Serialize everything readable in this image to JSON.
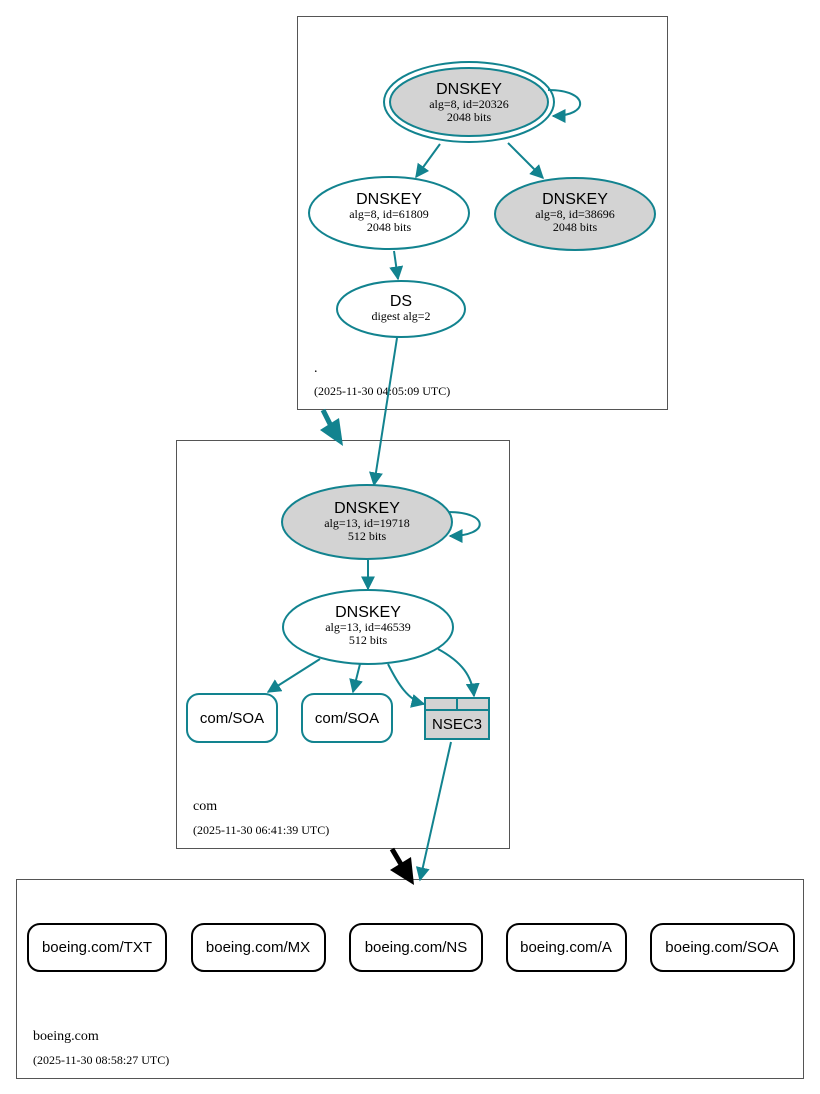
{
  "zones": {
    "root": {
      "name": ".",
      "timestamp": "(2025-11-30 04:05:09 UTC)"
    },
    "com": {
      "name": "com",
      "timestamp": "(2025-11-30 06:41:39 UTC)"
    },
    "boeing": {
      "name": "boeing.com",
      "timestamp": "(2025-11-30 08:58:27 UTC)"
    }
  },
  "nodes": {
    "root_ksk": {
      "title": "DNSKEY",
      "line1": "alg=8, id=20326",
      "line2": "2048 bits"
    },
    "root_zsk": {
      "title": "DNSKEY",
      "line1": "alg=8, id=61809",
      "line2": "2048 bits"
    },
    "root_key3": {
      "title": "DNSKEY",
      "line1": "alg=8, id=38696",
      "line2": "2048 bits"
    },
    "ds": {
      "title": "DS",
      "line1": "digest alg=2"
    },
    "com_ksk": {
      "title": "DNSKEY",
      "line1": "alg=13, id=19718",
      "line2": "512 bits"
    },
    "com_zsk": {
      "title": "DNSKEY",
      "line1": "alg=13, id=46539",
      "line2": "512 bits"
    },
    "com_soa1": {
      "label": "com/SOA"
    },
    "com_soa2": {
      "label": "com/SOA"
    },
    "nsec3": {
      "label": "NSEC3"
    },
    "boeing_txt": {
      "label": "boeing.com/TXT"
    },
    "boeing_mx": {
      "label": "boeing.com/MX"
    },
    "boeing_ns": {
      "label": "boeing.com/NS"
    },
    "boeing_a": {
      "label": "boeing.com/A"
    },
    "boeing_soa": {
      "label": "boeing.com/SOA"
    }
  },
  "colors": {
    "edge": "#12838f",
    "fill_gray": "#d3d3d3",
    "zone_border": "#555555",
    "delegation_secure": "#12838f",
    "delegation_insecure": "#000000"
  }
}
